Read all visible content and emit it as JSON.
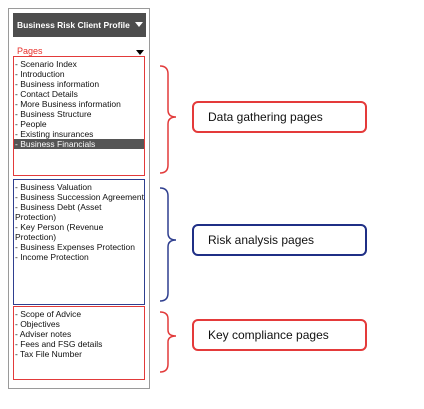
{
  "panel": {
    "header_title": "Business Risk Client Profile",
    "pages_label": "Pages"
  },
  "sections": {
    "data_gathering": [
      "- Scenario Index",
      "- Introduction",
      "- Business information",
      "- Contact Details",
      "- More Business information",
      "- Business Structure",
      "- People",
      "- Existing insurances",
      "- Business Financials"
    ],
    "risk_analysis": [
      "- Business Valuation",
      "- Business Succession Agreement",
      "- Business Debt (Asset Protection)",
      "- Key Person (Revenue Protection)",
      "- Business Expenses Protection",
      "- Income Protection"
    ],
    "compliance": [
      "- Scope of Advice",
      "- Objectives",
      "- Adviser notes",
      "- Fees and FSG details",
      "- Tax File Number"
    ]
  },
  "callouts": {
    "data_gathering": "Data gathering pages",
    "risk_analysis": "Risk analysis pages",
    "compliance": "Key compliance pages"
  },
  "colors": {
    "red": "#e23a3a",
    "navy": "#2f3f8f",
    "header_bg": "#4d4d4d",
    "active_bg": "#555555"
  },
  "icons": {
    "header_dropdown": "chevron-down-icon",
    "pages_dropdown": "chevron-down-icon"
  }
}
